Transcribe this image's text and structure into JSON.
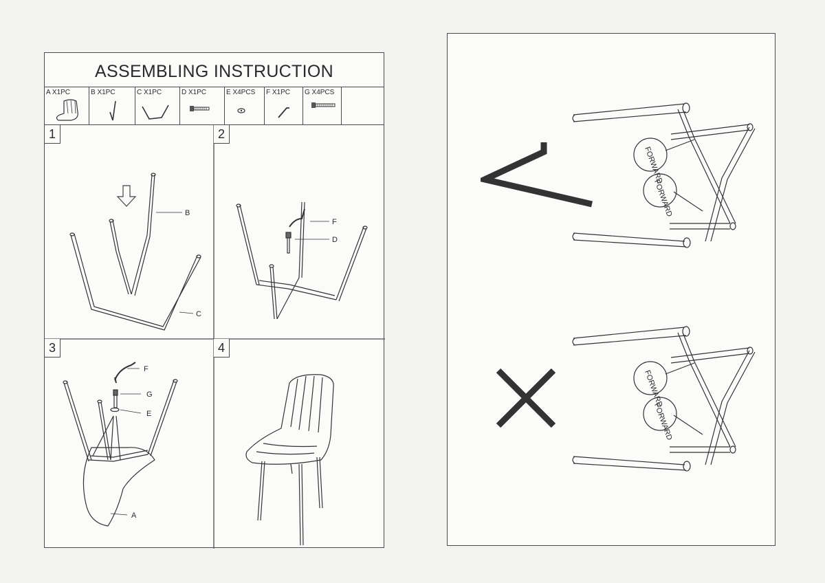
{
  "title": "ASSEMBLING INSTRUCTION",
  "parts": [
    {
      "label": "A X1PC",
      "icon": "seat-icon"
    },
    {
      "label": "B X1PC",
      "icon": "front-leg-icon"
    },
    {
      "label": "C X1PC",
      "icon": "back-leg-icon"
    },
    {
      "label": "D X1PC",
      "icon": "bolt-icon"
    },
    {
      "label": "E X4PCS",
      "icon": "washer-icon"
    },
    {
      "label": "F X1PC",
      "icon": "allen-key-icon"
    },
    {
      "label": "G X4PCS",
      "icon": "long-bolt-icon"
    }
  ],
  "steps": [
    {
      "number": "1",
      "callouts": [
        "B",
        "C"
      ]
    },
    {
      "number": "2",
      "callouts": [
        "F",
        "D"
      ]
    },
    {
      "number": "3",
      "callouts": [
        "F",
        "G",
        "E",
        "A"
      ]
    },
    {
      "number": "4",
      "callouts": []
    }
  ],
  "orientation": {
    "correct": {
      "mark": "check-mark-icon",
      "labels": [
        "FORWARD",
        "FORWARD"
      ]
    },
    "incorrect": {
      "mark": "cross-mark-icon",
      "labels": [
        "FORWARD",
        "FORWARD"
      ]
    }
  }
}
